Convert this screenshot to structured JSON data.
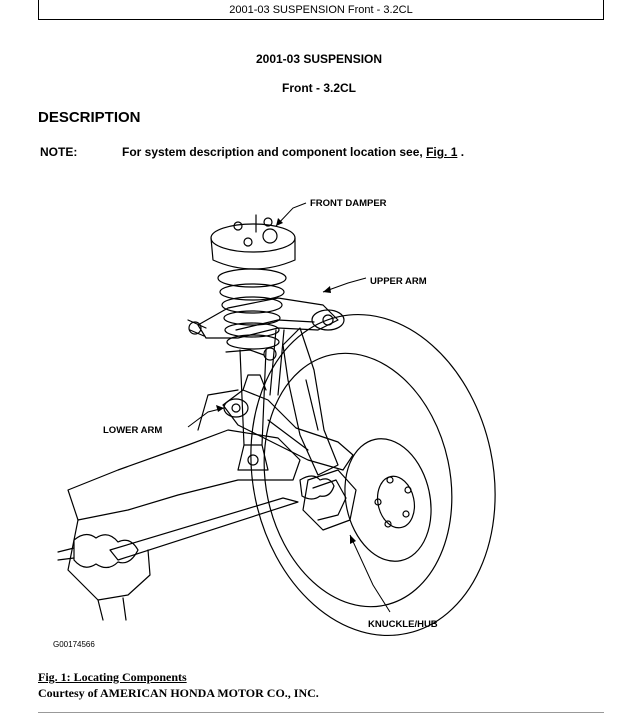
{
  "header": {
    "text": "2001-03 SUSPENSION Front - 3.2CL"
  },
  "title": {
    "line1": "2001-03 SUSPENSION",
    "line2": "Front - 3.2CL"
  },
  "section": {
    "heading": "DESCRIPTION"
  },
  "note": {
    "label": "NOTE:",
    "text_before": "For system description and component location see, ",
    "link": "Fig. 1",
    "text_after": " ."
  },
  "figure": {
    "labels": {
      "front_damper": "FRONT DAMPER",
      "upper_arm": "UPPER ARM",
      "lower_arm": "LOWER ARM",
      "knuckle_hub": "KNUCKLE/HUB"
    },
    "code": "G00174566"
  },
  "caption": {
    "title": "Fig. 1: Locating Components",
    "courtesy": "Courtesy of AMERICAN HONDA MOTOR CO., INC."
  }
}
